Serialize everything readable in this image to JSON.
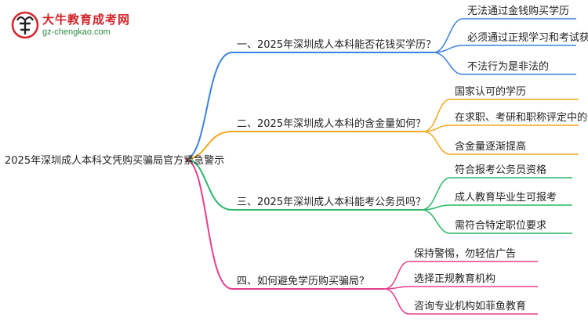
{
  "logo": {
    "title": "大牛教育成考网",
    "url": "gz-chengkao.com"
  },
  "mindmap": {
    "root": "2025年深圳成人本科文凭购买骗局官方紧急警示",
    "branches": [
      {
        "label": "一、2025年深圳成人本科能否花钱买学历？",
        "color": "#3b82e0",
        "children": [
          "无法通过金钱购买学历",
          "必须通过正规学习和考试获取",
          "不法行为是非法的"
        ]
      },
      {
        "label": "二、2025年深圳成人本科的含金量如何？",
        "color": "#f0a81c",
        "children": [
          "国家认可的学历",
          "在求职、考研和职称评定中的作用",
          "含金量逐渐提高"
        ]
      },
      {
        "label": "三、2025年深圳成人本科能考公务员吗？",
        "color": "#2cb86a",
        "children": [
          "符合报考公务员资格",
          "成人教育毕业生可报考",
          "需符合特定职位要求"
        ]
      },
      {
        "label": "四、如何避免学历购买骗局？",
        "color": "#e83e8c",
        "children": [
          "保持警惕，勿轻信广告",
          "选择正规教育机构",
          "咨询专业机构如菲鱼教育"
        ]
      }
    ]
  }
}
